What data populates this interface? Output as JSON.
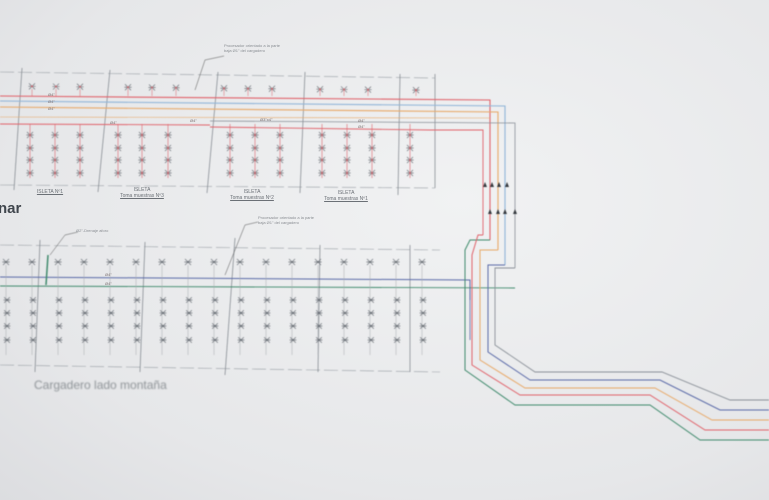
{
  "drawing": {
    "upper_section_heading": "nar",
    "upper_note": "Procesador orientado a la parte baja Ø1\" del cargadero",
    "islands": [
      {
        "title": "ISLETA Nº1",
        "subtitle": ""
      },
      {
        "title": "ISLETA",
        "subtitle": "Toma muestras Nº3"
      },
      {
        "title": "ISLETA",
        "subtitle": "Toma muestras Nº2"
      },
      {
        "title": "ISLETA",
        "subtitle": "Toma muestras Nº1"
      }
    ],
    "pipe_labels": [
      "Ø4\"",
      "Ø4\"",
      "Ø4\"",
      "Ø4\"",
      "Ø4\"",
      "Ø3\"x4\"",
      "Ø4\"",
      "Ø4\"",
      "Ø4\"",
      "Ø4\""
    ],
    "lower_note_1": "Ø2\"-Drenaje aforo",
    "lower_note_2": "Procesador orientado a la parte baja Ø1\" del cargadero",
    "lower_section_title": "Cargadero lado montaña",
    "pipe_colors": {
      "red": "#e0626a",
      "orange": "#e8a867",
      "blue": "#8fb4d8",
      "gray": "#8a9098",
      "green": "#3f8a6c",
      "navy": "#5a6aa8"
    }
  }
}
